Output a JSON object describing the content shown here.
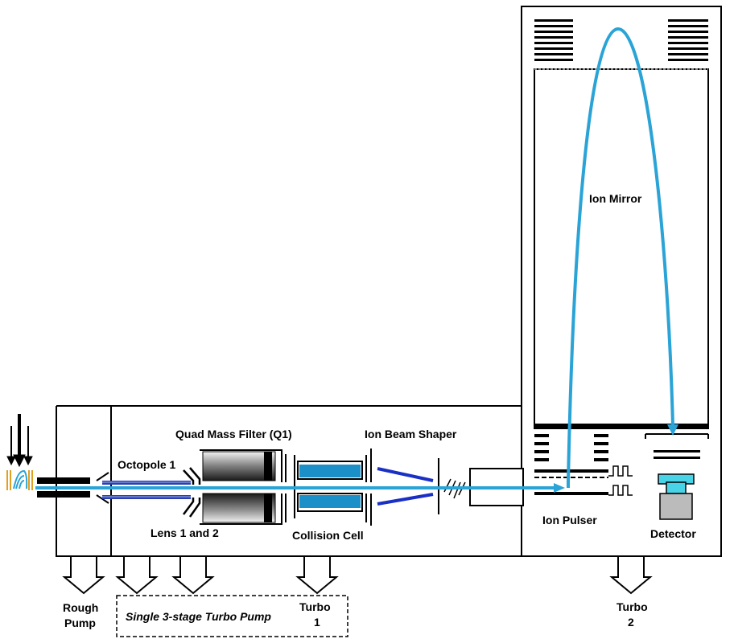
{
  "labels": {
    "quad_mass_filter": "Quad Mass Filter (Q1)",
    "octopole": "Octopole 1",
    "lens": "Lens 1 and 2",
    "ion_beam_shaper": "Ion Beam Shaper",
    "collision_cell": "Collision Cell",
    "ion_mirror": "Ion Mirror",
    "ion_pulser": "Ion Pulser",
    "detector": "Detector",
    "rough_pump_line1": "Rough",
    "rough_pump_line2": "Pump",
    "turbo_pump_group": "Single 3-stage Turbo Pump",
    "turbo1_line1": "Turbo",
    "turbo1_line2": "1",
    "turbo2_line1": "Turbo",
    "turbo2_line2": "2"
  },
  "colors": {
    "ion_beam": "#2aa3d6",
    "octopole_rod": "#2b3fb0",
    "shaper_rod": "#1a2fc4",
    "collision_fill": "#1a8fc8",
    "detector_top": "#49d3e6",
    "detector_body": "#bbbbbb",
    "sprayer": "#e0a020"
  }
}
